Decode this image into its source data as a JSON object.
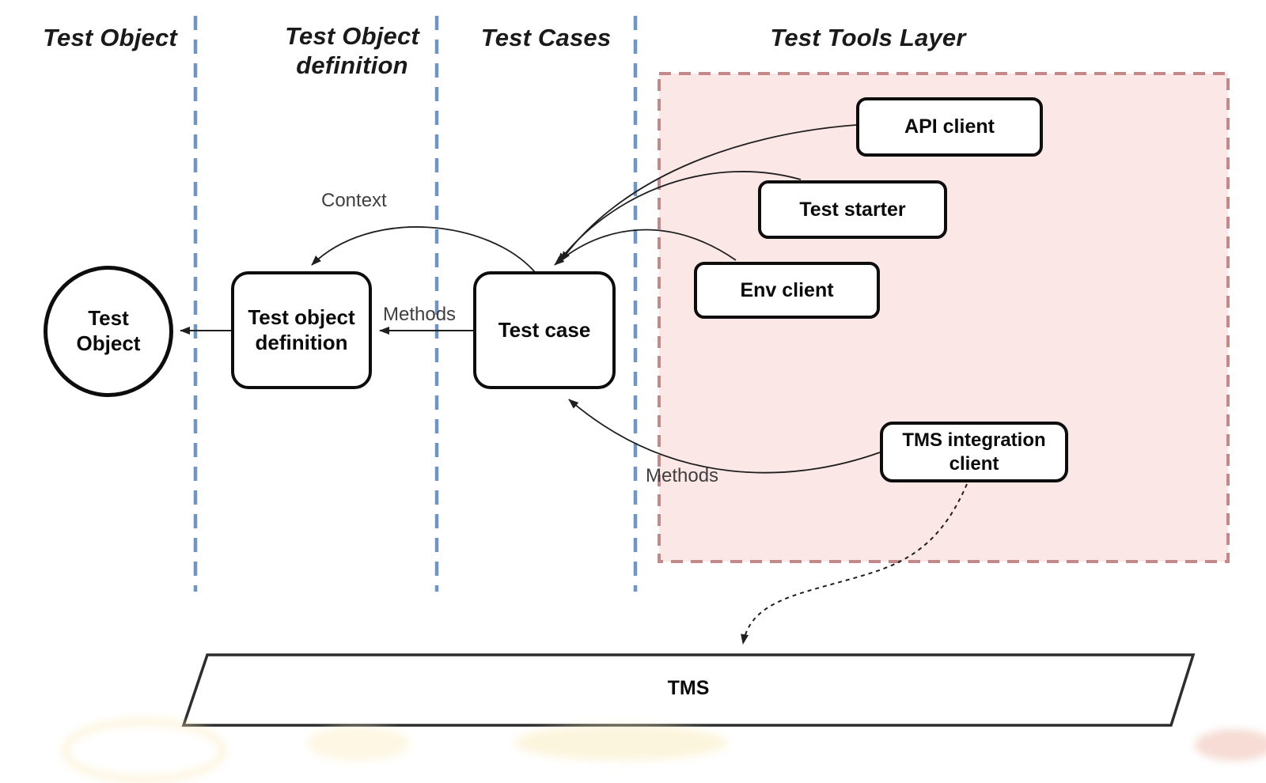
{
  "headers": {
    "test_object": "Test Object",
    "test_object_definition": "Test Object definition",
    "test_cases": "Test Cases",
    "test_tools_layer": "Test Tools Layer"
  },
  "nodes": {
    "test_object_circle": "Test Object",
    "test_object_definition": "Test object definition",
    "test_case": "Test case",
    "api_client": "API client",
    "test_starter": "Test starter",
    "env_client": "Env client",
    "tms_integration_client": "TMS integration client",
    "tms": "TMS"
  },
  "edge_labels": {
    "context": "Context",
    "methods_definition": "Methods",
    "methods_tms": "Methods"
  },
  "colors": {
    "lane_divider_blue": "#6d95c8",
    "tools_layer_fill": "#fbe7e5",
    "tools_layer_border": "#c48888",
    "node_border": "#0d0d0d",
    "arrow": "#1f1f1f",
    "edge_label_text": "#3f3f3f",
    "background": "#ffffff"
  }
}
